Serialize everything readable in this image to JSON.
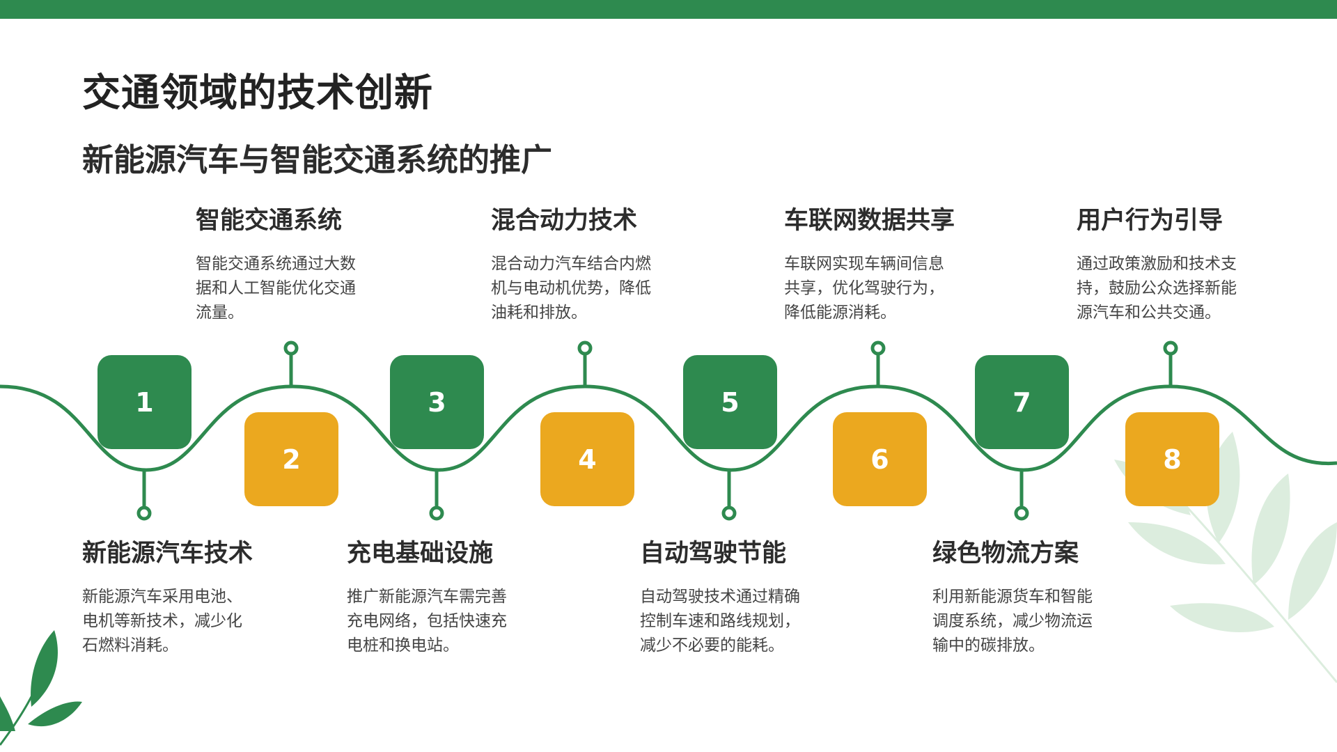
{
  "title": "交通领域的技术创新",
  "subtitle": "新能源汽车与智能交通系统的推广",
  "colors": {
    "green": "#2E8A4F",
    "yellow": "#EBA81F",
    "top_bar": "#2E8A4F"
  },
  "steps": [
    {
      "number": "1",
      "title": "新能源汽车技术",
      "desc": "新能源汽车采用电池、电机等新技术，减少化石燃料消耗。"
    },
    {
      "number": "2",
      "title": "智能交通系统",
      "desc": "智能交通系统通过大数据和人工智能优化交通流量。"
    },
    {
      "number": "3",
      "title": "充电基础设施",
      "desc": "推广新能源汽车需完善充电网络，包括快速充电桩和换电站。"
    },
    {
      "number": "4",
      "title": "混合动力技术",
      "desc": "混合动力汽车结合内燃机与电动机优势，降低油耗和排放。"
    },
    {
      "number": "5",
      "title": "自动驾驶节能",
      "desc": "自动驾驶技术通过精确控制车速和路线规划，减少不必要的能耗。"
    },
    {
      "number": "6",
      "title": "车联网数据共享",
      "desc": "车联网实现车辆间信息共享，优化驾驶行为，降低能源消耗。"
    },
    {
      "number": "7",
      "title": "绿色物流方案",
      "desc": "利用新能源货车和智能调度系统，减少物流运输中的碳排放。"
    },
    {
      "number": "8",
      "title": "用户行为引导",
      "desc": "通过政策激励和技术支持，鼓励公众选择新能源汽车和公共交通。"
    }
  ]
}
